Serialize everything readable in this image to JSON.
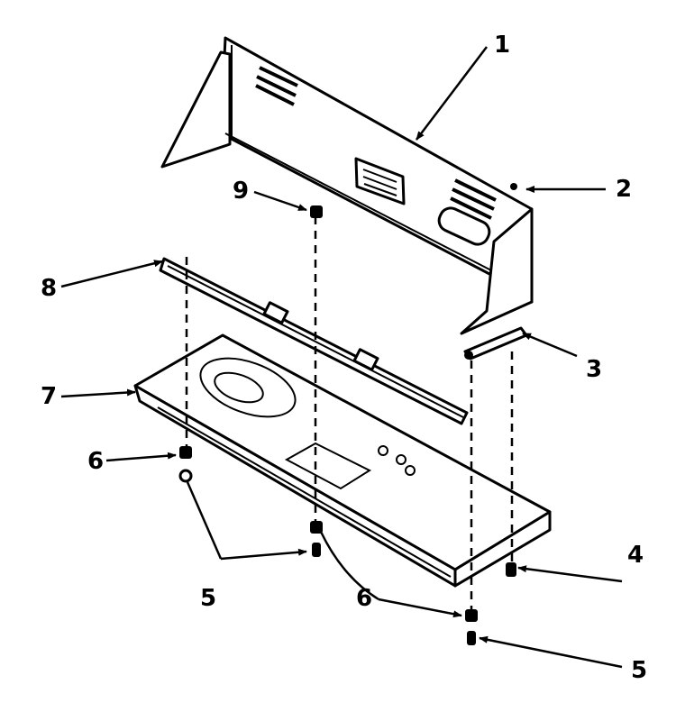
{
  "colors": {
    "ink": "#000000",
    "background": "#ffffff"
  },
  "callouts": {
    "c1": "1",
    "c2": "2",
    "c3": "3",
    "c4": "4",
    "c5a": "5",
    "c5b": "5",
    "c6a": "6",
    "c6b": "6",
    "c7": "7",
    "c8": "8",
    "c9": "9"
  }
}
